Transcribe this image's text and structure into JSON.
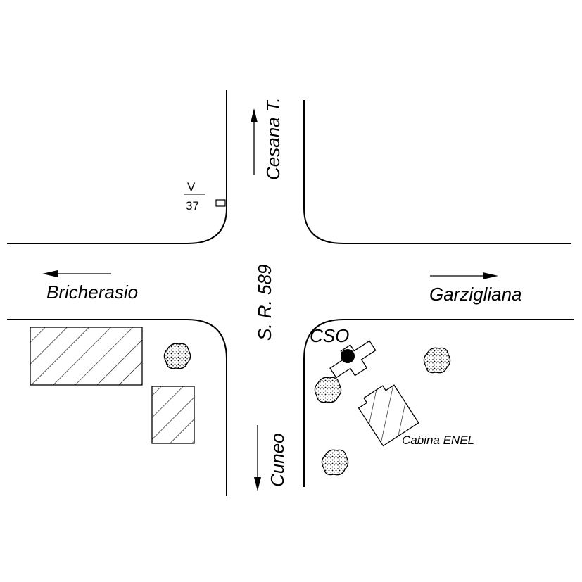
{
  "labels": {
    "north": "Cesana T.",
    "west": "Bricherasio",
    "east": "Garzigliana",
    "south": "Cuneo",
    "road": "S. R. 589",
    "point": "CSO",
    "cabin": "Cabina ENEL",
    "marker_top": "V",
    "marker_bottom": "37"
  },
  "colors": {
    "ink": "#000000",
    "background": "#ffffff"
  },
  "icons": {
    "tree": "tree-icon",
    "arrow": "direction-arrow",
    "point": "cso-point-marker"
  }
}
